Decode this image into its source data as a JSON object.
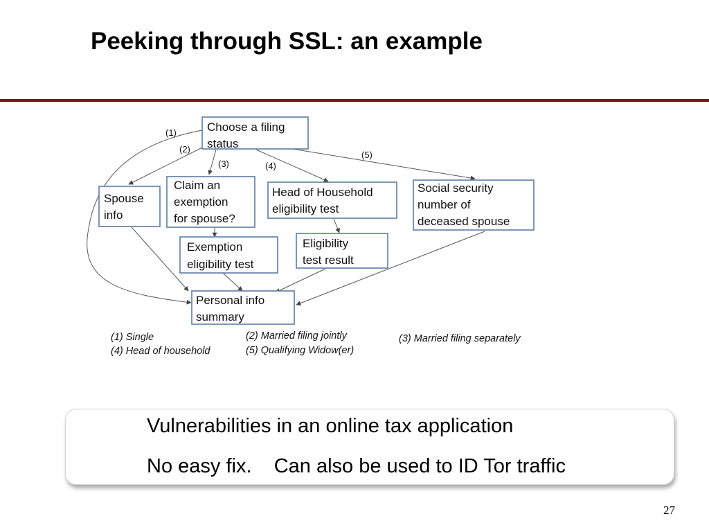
{
  "slide": {
    "title": "Peeking through SSL: an example",
    "page_number": "27"
  },
  "diagram": {
    "nodes": {
      "filing_status": [
        "Choose a filing",
        "status"
      ],
      "spouse_info": [
        "Spouse",
        "info"
      ],
      "claim_exemption": [
        "Claim an",
        "exemption",
        "for spouse?"
      ],
      "head_of_household": [
        "Head of Household",
        "eligibility test"
      ],
      "social_security": [
        "Social security",
        "number of",
        "deceased spouse"
      ],
      "exemption_test": [
        "Exemption",
        "eligibility test"
      ],
      "eligibility_result": [
        "Eligibility",
        "test result"
      ],
      "personal_summary": [
        "Personal info",
        "summary"
      ]
    },
    "edge_labels": {
      "e1": "(1)",
      "e2": "(2)",
      "e3": "(3)",
      "e4": "(4)",
      "e5": "(5)"
    },
    "legend": {
      "l1": "(1)  Single",
      "l2": "(2) Married filing jointly",
      "l3": "(3) Married filing separately",
      "l4": "(4) Head of household",
      "l5": "(5) Qualifying Widow(er)"
    }
  },
  "callout": {
    "line1": "Vulnerabilities in an online tax application",
    "line2": "No easy fix.    Can also be used to ID Tor traffic"
  }
}
